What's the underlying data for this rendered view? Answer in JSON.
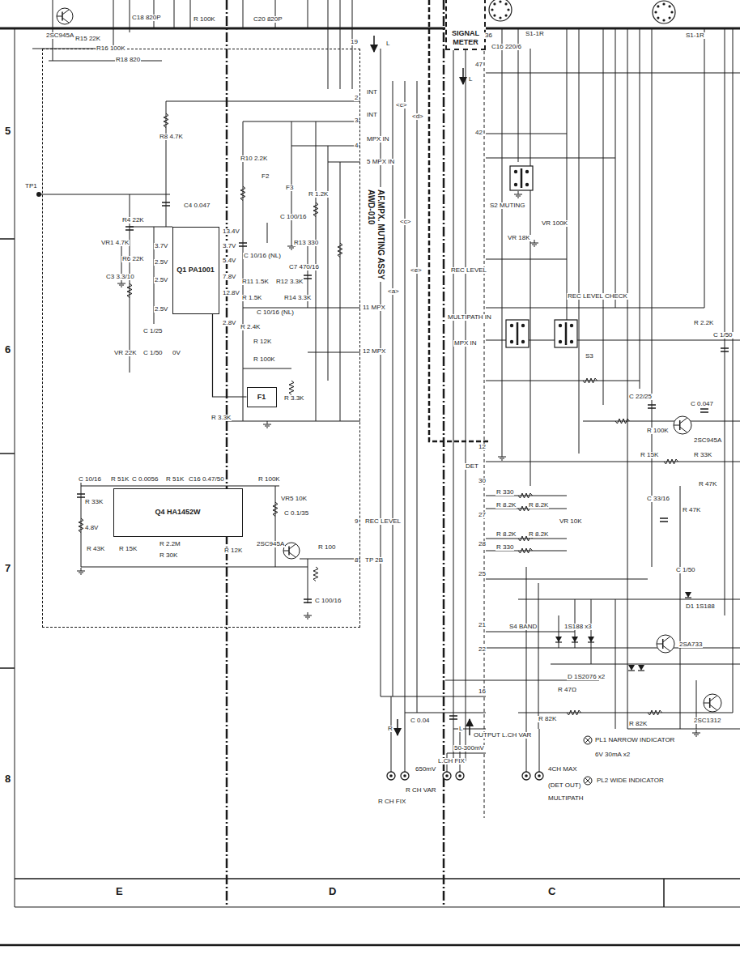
{
  "diagram": {
    "nodes": [
      {
        "text": [
          "AF.MPX. MUTING ASSY",
          "AWD-010"
        ]
      },
      {
        "text": [
          "Q1 PA1001"
        ],
        "in": 0
      },
      {
        "text": [
          "Q4 HA1452W"
        ],
        "in": 0
      },
      {
        "text": [
          "F1"
        ],
        "in": 0
      },
      {
        "text": [
          "SIGNAL METER"
        ]
      }
    ],
    "edges": [
      {
        "from": 1,
        "to": 3,
        "arrow": "none"
      }
    ],
    "labels": [
      "2SC945A",
      "R15 22K",
      "R16 100K",
      "R18 820",
      "C18 820P",
      "R 100K",
      "C20 820P",
      "19",
      "L",
      "C16 220/6",
      "S1-1R",
      "S1-1R",
      "36",
      "47",
      "L",
      "42",
      "INT",
      "2",
      "INT",
      "3",
      "MPX IN",
      "4",
      "5 MPX IN",
      "<c>",
      "<d>",
      "<a>",
      "<c>",
      "<e>",
      "TP1",
      "R8 4.7K",
      "R10 2.2K",
      "F2",
      "R 1.2K",
      "F3",
      "C 100/16",
      "C4 0.047",
      "R4 22K",
      "VR1 4.7K",
      "R6 22K",
      "C3 3.3/10",
      "13.4V",
      "3.7V",
      "5.4V",
      "7.8V",
      "12.8V",
      "2.8V",
      "3.7V",
      "2.5V",
      "2.5V",
      "2.5V",
      "R13 330",
      "C 10/16 (NL)",
      "C7 470/16",
      "R11 1.5K",
      "R12 3.3K",
      "R 1.5K",
      "R14 3.3K",
      "C 10/16 (NL)",
      "R 2.4K",
      "R 12K",
      "R 100K",
      "11 MPX",
      "12 MPX",
      "VR 22K",
      "C 1/50",
      "0V",
      "C 1/25",
      "R 3.3K",
      "R 3.3K",
      "C 10/16",
      "R 51K",
      "C 0.0056",
      "R 51K",
      "C16 0.47/50",
      "R 100K",
      "R 33K",
      "VR5 10K",
      "C 0.1/35",
      "2SC945A",
      "4.8V",
      "R 43K",
      "R 15K",
      "R 2.2M",
      "R 30K",
      "R 12K",
      "R 100",
      "C 100/16",
      "9",
      "REC LEVEL",
      "8",
      "TP 2B",
      "S2 MUTING",
      "VR 18K",
      "VR 100K",
      "REC LEVEL",
      "MULTIPATH IN",
      "REC LEVEL CHECK",
      "S3",
      "MPX IN",
      "DET",
      "R 330",
      "R 8.2K",
      "R 8.2K",
      "R 8.2K",
      "R 8.2K",
      "R 330",
      "VR 10K",
      "S4 BAND",
      "1S188 x3",
      "D1 1S188",
      "2SA733",
      "D 1S2076 x2",
      "R 47Ω",
      "2SC1312",
      "R 82K",
      "R 82K",
      "PL1 NARROW INDICATOR",
      "6V 30mA x2",
      "PL2 WIDE INDICATOR",
      "4CH MAX",
      "(DET OUT)",
      "MULTIPATH",
      "R 2.2K",
      "C 1/50",
      "C 0.047",
      "C 22/25",
      "R 100K",
      "2SC945A",
      "R 15K",
      "R 33K",
      "C 33/16",
      "R 47K",
      "R 47K",
      "C 1/50",
      "C 0.04",
      "R",
      "L",
      "OUTPUT L.CH VAR",
      "50-300mV",
      "L.CH FIX",
      "650mV",
      "R CH VAR",
      "R CH FIX",
      "12",
      "30",
      "27",
      "28",
      "25",
      "21",
      "22",
      "16",
      "5",
      "6",
      "7",
      "8",
      "E",
      "D",
      "C"
    ]
  }
}
